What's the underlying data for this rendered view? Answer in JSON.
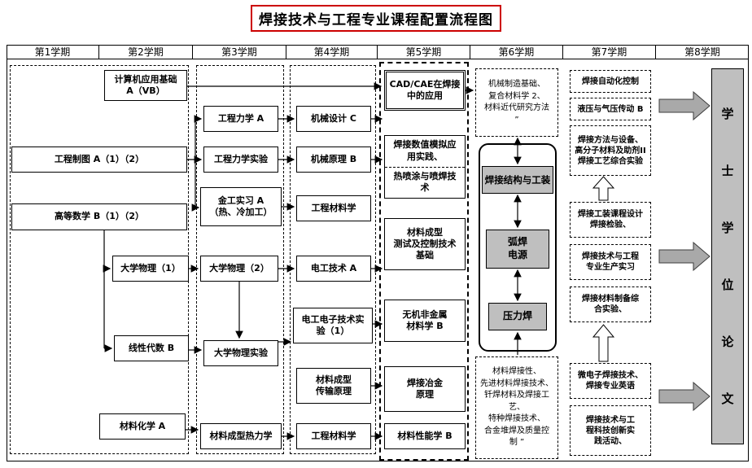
{
  "title": "焊接技术与工程专业课程配置流程图",
  "semesters": [
    "第1学期",
    "第2学期",
    "第3学期",
    "第4学期",
    "第5学期",
    "第6学期",
    "第7学期",
    "第8学期"
  ],
  "colors": {
    "box_gray": "#bfbfbf",
    "big_arrow_gray": "#a9a9a9",
    "title_border_red": "#cc0000",
    "line_black": "#000000"
  },
  "boxes": {
    "jsj_jichu": "计算机应用基础\nA（VB）",
    "gongcheng_zhitu": "工程制图 A（1）（2）",
    "gaodeng_shuxue": "高等数学 B（1）（2）",
    "daxue_wuli1": "大学物理（1）",
    "xianxing_daishu": "线性代数 B",
    "cailiao_huaxue": "材料化学 A",
    "gongcheng_lixue": "工程力学 A",
    "gongcheng_lixue_shiyan": "工程力学实验",
    "jingong_shixi": "金工实习 A\n（热、冷加工）",
    "daxue_wuli2": "大学物理（2）",
    "daxue_wuli_shiyan": "大学物理实验",
    "cailiao_chengxing_relixue": "材料成型热力学",
    "jixie_sheji": "机械设计 C",
    "jixie_yuanli": "机械原理 B",
    "gongcheng_cailiaoxue_1": "工程材料学",
    "diangong_jishu": "电工技术 A",
    "diangong_dianzi": "电工电子技术实\n验（1）",
    "chuanshu_yuanli": "材料成型\n传输原理",
    "gongcheng_cailiaoxue_2": "工程材料学",
    "cad_cae": "CAD/CAE在焊接\n中的应用",
    "hanjie_shuzhi_1": "焊接数值模拟应\n用实践、",
    "hanjie_shuzhi_2": "热喷涂与喷焊技\n术",
    "cailiao_ceshi": "材料成型\n测试及控制技术\n基础",
    "wuji_feijinshu": "无机非金属\n材料学 B",
    "hanjie_yejin": "焊接冶金\n原理",
    "cailiao_xingnengxue": "材料性能学 B",
    "jixie_zhizao_list": "机械制造基础、\n复合材料学 2、\n材料近代研究方法\n”",
    "hanjie_jiegou": "焊接结构与工装",
    "huhan_dianyuan": "弧焊\n电源",
    "yalihan": "压力焊",
    "cailiao_hanjiexing_list": "材料焊接性、\n先进材料焊接技术、\n钎焊材料及焊接工艺、\n特种焊接技术、\n合金堆焊及质量控\n制 ”",
    "c7_zidonghua": "焊接自动化控制",
    "c7_yeya": "液压与气压传动 B",
    "c7_fangfa": "焊接方法与设备、\n高分子材料及助剂II\n焊接工艺综合实验",
    "c7_gongzhuang": "焊接工装课程设计\n焊接检验、",
    "c7_shengchan": "焊接技术与工程\n专业生产实习",
    "c7_zhibei": "焊接材料制备综\n合实验、",
    "c7_weidianzi": "微电子焊接技术、\n焊接专业英语",
    "c7_chuangxin": "焊接技术与工\n程科技创新实\n践活动、",
    "lunwen": "学\n士\n学\n位\n论\n文"
  }
}
